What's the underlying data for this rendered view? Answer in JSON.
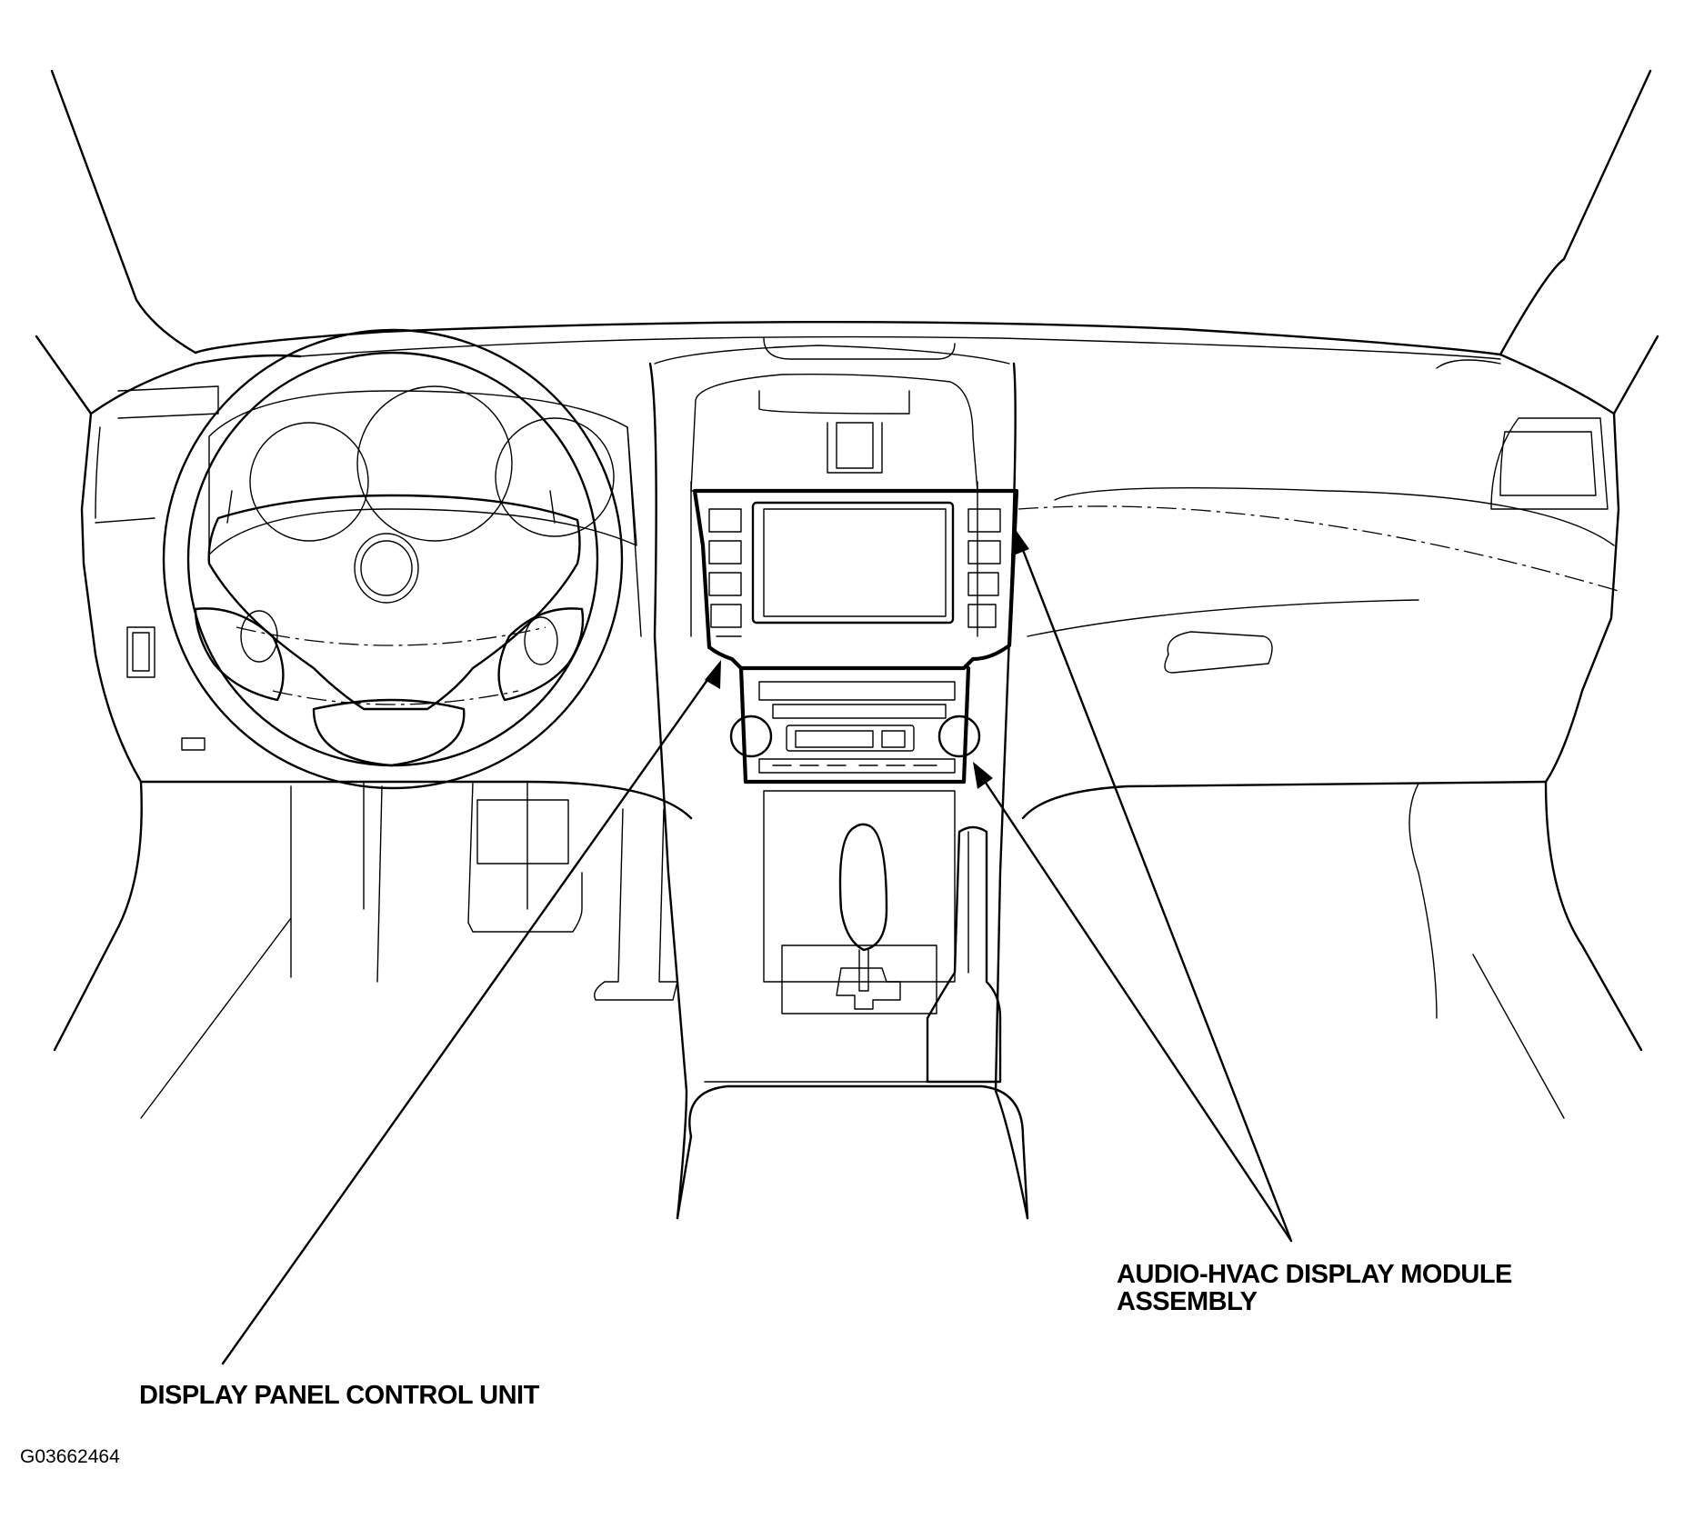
{
  "diagram": {
    "callouts": [
      {
        "id": "audio-hvac",
        "lines": [
          "AUDIO-HVAC DISPLAY MODULE",
          "ASSEMBLY"
        ]
      },
      {
        "id": "display-panel",
        "lines": [
          "DISPLAY PANEL CONTROL UNIT"
        ]
      }
    ],
    "figure_id": "G03662464",
    "colors": {
      "line": "#000000",
      "background": "#ffffff"
    }
  }
}
